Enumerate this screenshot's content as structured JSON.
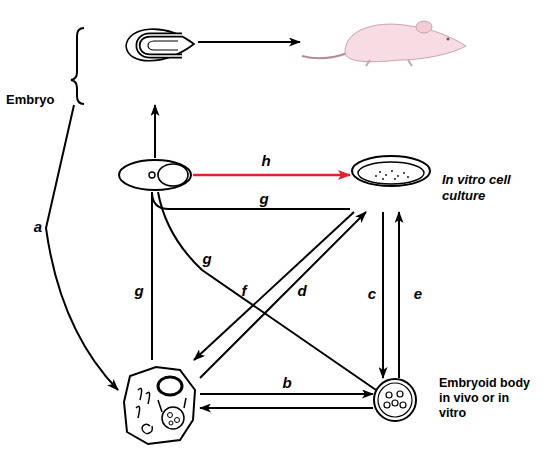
{
  "diagram": {
    "nodes": [
      {
        "text": [
          "Embryo"
        ]
      },
      {
        "text": []
      },
      {
        "text": []
      },
      {
        "text": [
          "In vitro cell culture"
        ]
      },
      {
        "text": []
      },
      {
        "text": [
          "Embryoid body in vivo or in vitro"
        ]
      }
    ],
    "edges": [
      {
        "from": 0,
        "to": 1,
        "arrow": "to"
      },
      {
        "from": 2,
        "to": 0,
        "arrow": "to"
      },
      {
        "from": 0,
        "to": 4,
        "label": "a",
        "arrow": "to"
      },
      {
        "from": 2,
        "to": 3,
        "label": "h",
        "arrow": "to"
      },
      {
        "from": 4,
        "to": 5,
        "label": "b",
        "arrow": "to"
      },
      {
        "from": 5,
        "to": 4,
        "arrow": "to"
      },
      {
        "from": 3,
        "to": 5,
        "label": "c",
        "arrow": "to"
      },
      {
        "from": 5,
        "to": 3,
        "label": "e",
        "arrow": "to"
      },
      {
        "from": 4,
        "to": 3,
        "label": "d",
        "arrow": "to"
      },
      {
        "from": 3,
        "to": 4,
        "label": "f",
        "arrow": "to"
      },
      {
        "from": 3,
        "to": 2,
        "label": "g",
        "arrow": "none"
      },
      {
        "from": 4,
        "to": 2,
        "label": "g",
        "arrow": "none"
      },
      {
        "from": 5,
        "to": 2,
        "label": "g",
        "arrow": "none"
      }
    ]
  }
}
